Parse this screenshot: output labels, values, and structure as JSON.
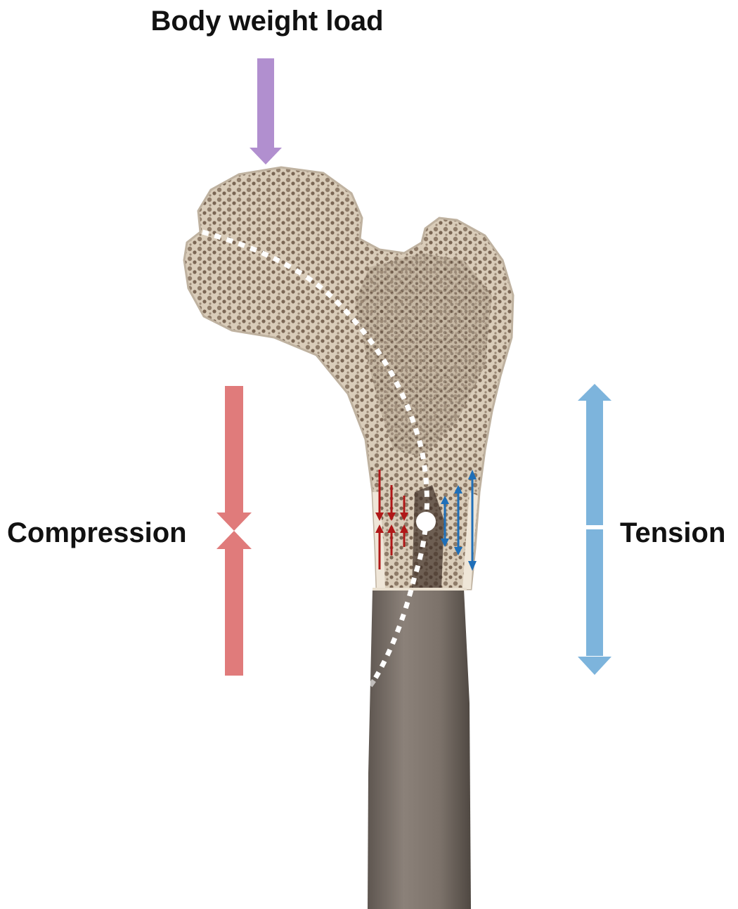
{
  "labels": {
    "title": "Body weight load",
    "compression": "Compression",
    "tension": "Tension"
  },
  "colors": {
    "load_arrow": "#b18fcf",
    "compression_arrow": "#e07b7b",
    "tension_arrow": "#7db4dc",
    "small_compression_arrows": "#b01818",
    "small_tension_arrows": "#1f6fb8",
    "neutral_axis_line": "#ffffff",
    "bone_shaft": "#7a7068",
    "bone_cut_surface": "#d8cbb8",
    "trabecular": "#a99886"
  },
  "icons": {
    "load_arrow": "down-arrow-icon",
    "compression_arrow": "converging-arrows-icon",
    "tension_arrow": "double-headed-arrow-icon",
    "neutral_axis_point": "circle-marker-icon"
  }
}
